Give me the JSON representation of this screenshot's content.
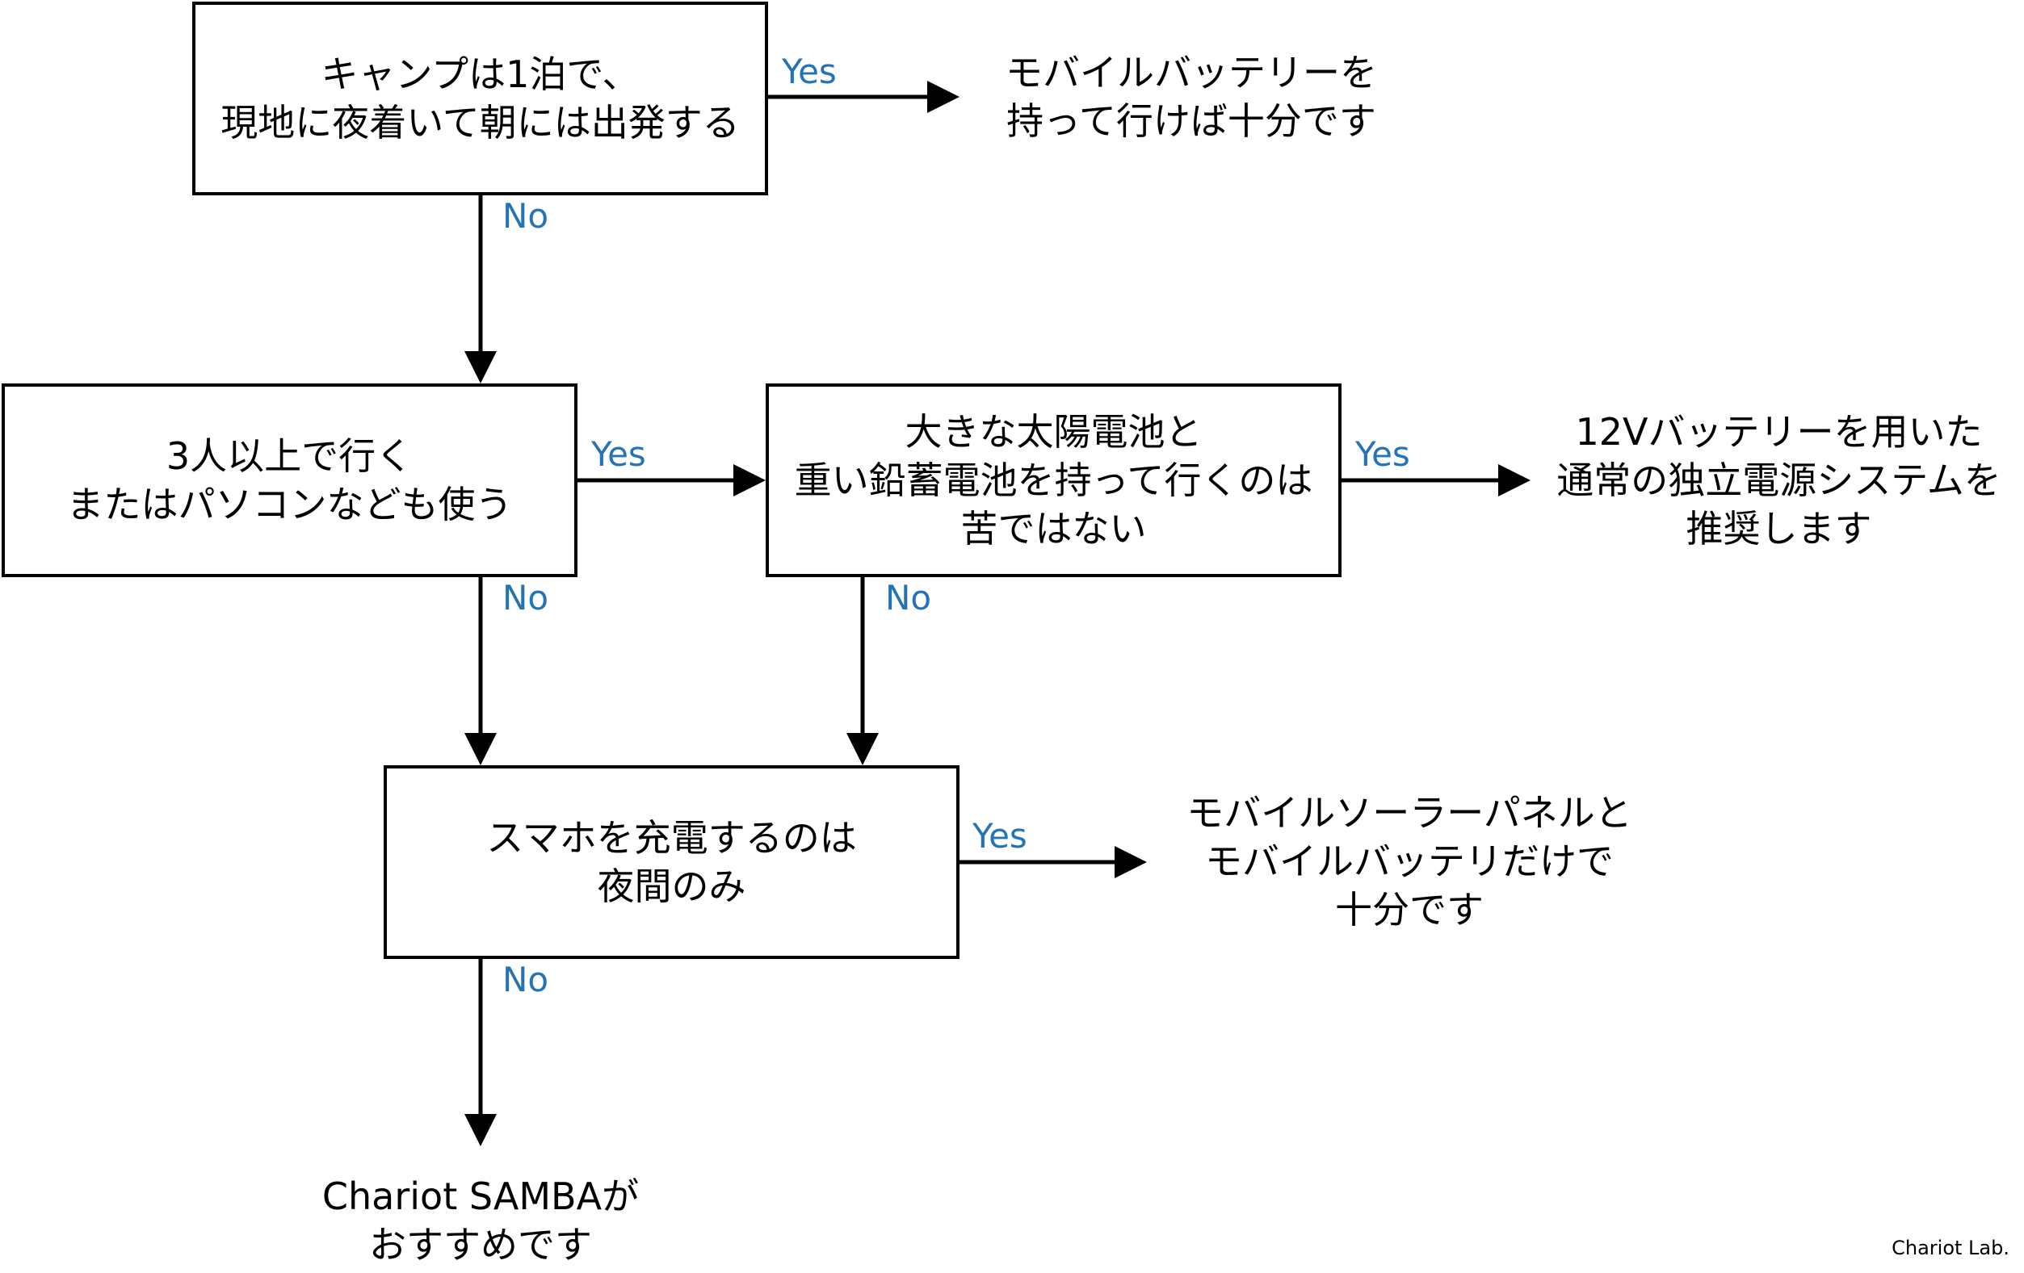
{
  "questions": {
    "q1": {
      "lines": [
        "キャンプは1泊で、",
        "現地に夜着いて朝には出発する"
      ]
    },
    "q2": {
      "lines": [
        "3人以上で行く",
        "またはパソコンなども使う"
      ]
    },
    "q3": {
      "lines": [
        "大きな太陽電池と",
        "重い鉛蓄電池を持って行くのは",
        "苦ではない"
      ]
    },
    "q4": {
      "lines": [
        "スマホを充電するのは",
        "夜間のみ"
      ]
    }
  },
  "results": {
    "r1": {
      "lines": [
        "モバイルバッテリーを",
        "持って行けば十分です"
      ]
    },
    "r2": {
      "lines": [
        "12Vバッテリーを用いた",
        "通常の独立電源システムを",
        "推奨します"
      ]
    },
    "r3": {
      "lines": [
        "モバイルソーラーパネルと",
        "モバイルバッテリだけで",
        "十分です"
      ]
    },
    "r4": {
      "lines": [
        "Chariot SAMBAが",
        "おすすめです"
      ]
    }
  },
  "edge_labels": {
    "yes": "Yes",
    "no": "No"
  },
  "credit": "Chariot Lab.",
  "colors": {
    "label": "#2473b6",
    "line": "#000000"
  }
}
